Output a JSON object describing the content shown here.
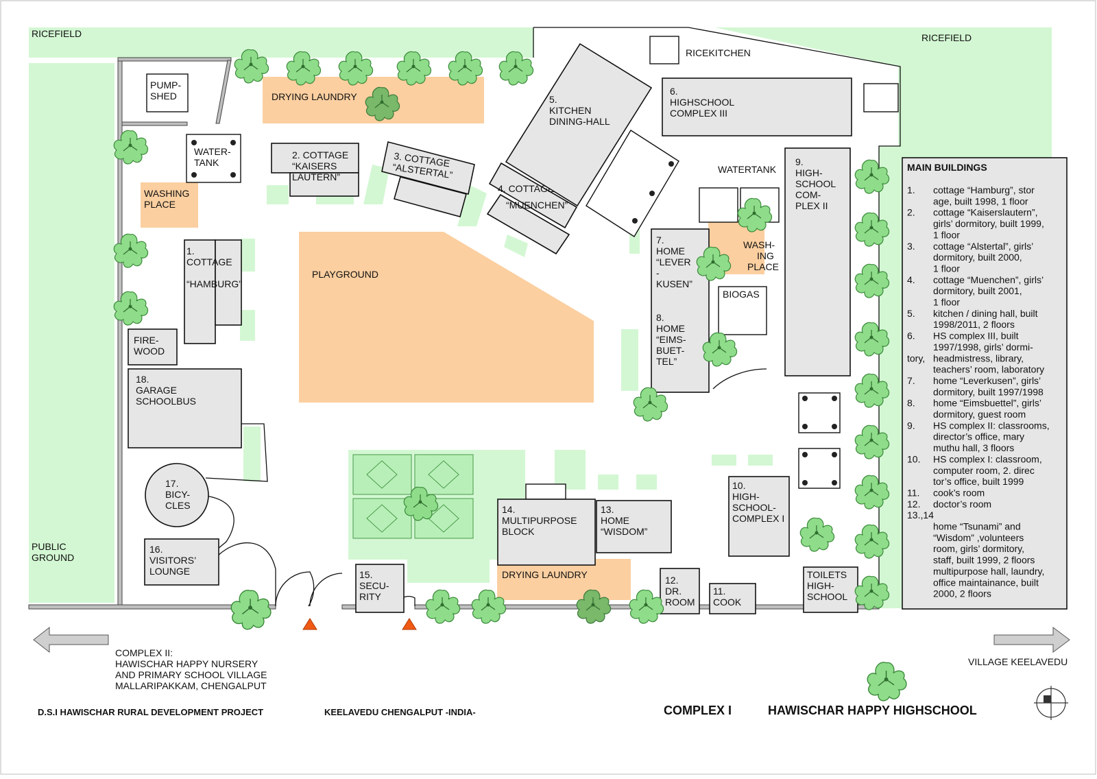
{
  "labels": {
    "ricefield_left": "RICEFIELD",
    "ricefield_right": "RICEFIELD",
    "ricekitchen": "RICEKITCHEN",
    "pumpshed": [
      "PUMP-",
      "SHED"
    ],
    "drying_laundry_top": "DRYING LAUNDRY",
    "watertank_left": [
      "WATER-",
      "TANK"
    ],
    "washing_place_left": [
      "WASHING",
      "PLACE"
    ],
    "cottage2": [
      "2. COTTAGE",
      "“KAISERS",
      "LAUTERN”"
    ],
    "cottage3": [
      "3. COTTAGE",
      "“ALSTERTAL”"
    ],
    "cottage4": [
      "4. COTTAGE",
      "“MUENCHEN”"
    ],
    "kitchen5": [
      "5.",
      "KITCHEN",
      "DINING-HALL"
    ],
    "hs_complex3": [
      "6.",
      "HIGHSCHOOL",
      "COMPLEX III"
    ],
    "watertank_right": "WATERTANK",
    "hs_complex2": [
      "9.",
      "HIGH-",
      "SCHOOL",
      "COM-",
      "PLEX II"
    ],
    "cottage1": [
      "1.",
      "COTTAGE",
      "",
      "“HAMBURG”"
    ],
    "playground": "PLAYGROUND",
    "home7": [
      "7.",
      "HOME",
      "“LEVER",
      "-",
      "KUSEN”"
    ],
    "home8": [
      "8.",
      "HOME",
      "“EIMS-",
      "BUET-",
      "TEL”"
    ],
    "washing_place_right": [
      "WASH-",
      "ING",
      "PLACE"
    ],
    "biogas": "BIOGAS",
    "firewood": [
      "FIRE-",
      "WOOD"
    ],
    "garage18": [
      "18.",
      "GARAGE",
      "SCHOOLBUS"
    ],
    "bicycles17": [
      "17.",
      "BICY-",
      "CLES"
    ],
    "visitors16": [
      "16.",
      "VISITORS’",
      "LOUNGE"
    ],
    "public_ground": [
      "PUBLIC",
      "GROUND"
    ],
    "multipurpose14": [
      "14.",
      "MULTIPURPOSE",
      "BLOCK"
    ],
    "home13": [
      "13.",
      "HOME",
      "“WISDOM”"
    ],
    "hs_complex1": [
      "10.",
      "HIGH-",
      "SCHOOL-",
      "COMPLEX I"
    ],
    "security15": [
      "15.",
      "SECU-",
      "RITY"
    ],
    "drying_laundry_bottom": "DRYING LAUNDRY",
    "drroom12": [
      "12.",
      "DR.",
      "ROOM"
    ],
    "cook11": [
      "11.",
      "COOK"
    ],
    "toilets": [
      "TOILETS",
      "HIGH-",
      "SCHOOL"
    ]
  },
  "legend": {
    "title": "MAIN BUILDINGS",
    "lines": [
      [
        "1.",
        "cottage “Hamburg”, stor"
      ],
      [
        "",
        "age,  built  1998, 1 floor"
      ],
      [
        "2.",
        "cottage “Kaiserslautern”,"
      ],
      [
        "",
        "girls’ dormitory, built 1999,"
      ],
      [
        "",
        "1 floor"
      ],
      [
        "3.",
        "cottage “Alstertal”, girls’"
      ],
      [
        "",
        "dormitory, built 2000,"
      ],
      [
        "",
        "1 floor"
      ],
      [
        "4.",
        "cottage “Muenchen”, girls’"
      ],
      [
        "",
        "dormitory, built  2001,"
      ],
      [
        "",
        "1 floor"
      ],
      [
        "5.",
        "kitchen / dining hall, built"
      ],
      [
        "",
        "1998/2011, 2 floors"
      ],
      [
        "6.",
        "HS complex III, built"
      ],
      [
        "",
        "1997/1998, girls’ dormi-"
      ],
      [
        "tory,",
        "headmistress, library,"
      ],
      [
        "",
        "teachers’ room,  laboratory"
      ],
      [
        "7.",
        "home “Leverkusen”, girls’"
      ],
      [
        "",
        "dormitory, built 1997/1998"
      ],
      [
        "8.",
        "home “Eimsbuettel”, girls’"
      ],
      [
        "",
        "dormitory, guest room"
      ],
      [
        "9.",
        "HS complex II: classrooms,"
      ],
      [
        "",
        "director’s office, mary"
      ],
      [
        "",
        "muthu hall, 3 floors"
      ],
      [
        "10.",
        "HS complex I: classroom,"
      ],
      [
        "",
        "computer room, 2. direc"
      ],
      [
        "",
        "tor’s office, built 1999"
      ],
      [
        "11.",
        "cook’s room"
      ],
      [
        "12.",
        "doctor’s room"
      ],
      [
        "13.,14",
        ""
      ],
      [
        "",
        "home “Tsunami” and"
      ],
      [
        "",
        "“Wisdom” ,volunteers"
      ],
      [
        "",
        "room, girls’ dormitory,"
      ],
      [
        "",
        "staff, built  1999, 2 floors"
      ],
      [
        "",
        "multipurpose hall, laundry,"
      ],
      [
        "",
        "office maintainance, built"
      ],
      [
        "",
        "2000, 2 floors"
      ]
    ]
  },
  "bottom": {
    "complex2": [
      "COMPLEX II:",
      "HAWISCHAR HAPPY NURSERY",
      "AND PRIMARY SCHOOL VILLAGE",
      "MALLARIPAKKAM, CHENGALPUT"
    ],
    "village": "VILLAGE KEELAVEDU",
    "project": "D.S.I  HAWISCHAR RURAL DEVELOPMENT PROJECT",
    "location": "KEELAVEDU CHENGALPUT -INDIA-",
    "complex1": "COMPLEX I",
    "school": "HAWISCHAR HAPPY HIGHSCHOOL"
  },
  "colors": {
    "grass": "#d3f7d3",
    "sand": "#fbcfa0",
    "building": "#e6e6e6",
    "tree": "#8fdc8a",
    "gate_marker": "#f05a14"
  }
}
